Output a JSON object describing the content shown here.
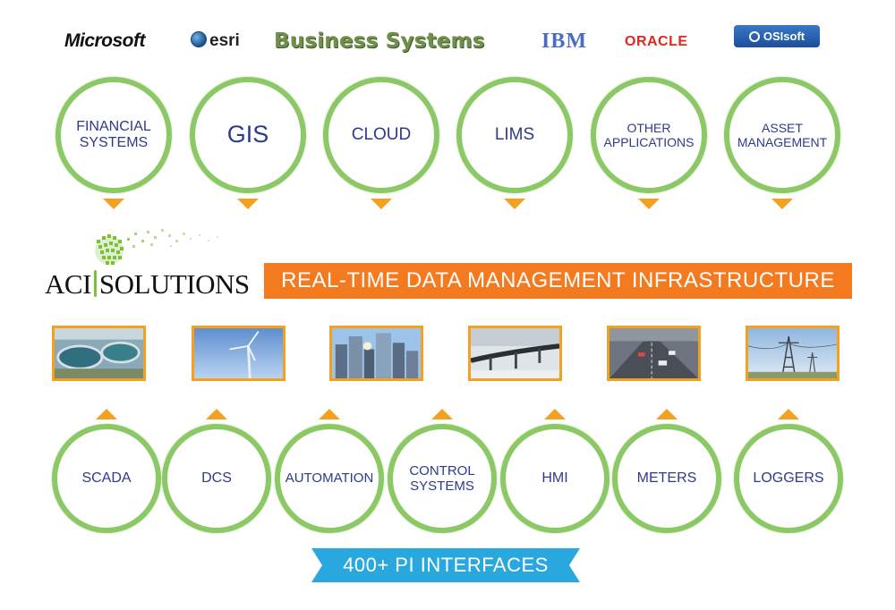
{
  "logos": {
    "microsoft": "Microsoft",
    "esri": "esri",
    "business_systems": "Business Systems",
    "ibm": "IBM",
    "oracle": "ORACLE",
    "osisoft": "OSIsoft"
  },
  "top_systems": [
    {
      "line1": "FINANCIAL",
      "line2": "SYSTEMS"
    },
    {
      "line1": "GIS",
      "line2": ""
    },
    {
      "line1": "CLOUD",
      "line2": ""
    },
    {
      "line1": "LIMS",
      "line2": ""
    },
    {
      "line1": "OTHER",
      "line2": "APPLICATIONS"
    },
    {
      "line1": "ASSET",
      "line2": "MANAGEMENT"
    }
  ],
  "brand": {
    "left": "ACI",
    "right": "SOLUTIONS"
  },
  "banner": "REAL-TIME DATA MANAGEMENT INFRASTRUCTURE",
  "photos": [
    "water-treatment-photo",
    "wind-turbine-photo",
    "city-buildings-photo",
    "pipeline-photo",
    "highway-traffic-photo",
    "power-lines-photo"
  ],
  "bottom_systems": [
    {
      "line1": "SCADA",
      "line2": ""
    },
    {
      "line1": "DCS",
      "line2": ""
    },
    {
      "line1": "AUTOMATION",
      "line2": ""
    },
    {
      "line1": "CONTROL",
      "line2": "SYSTEMS"
    },
    {
      "line1": "HMI",
      "line2": ""
    },
    {
      "line1": "METERS",
      "line2": ""
    },
    {
      "line1": "LOGGERS",
      "line2": ""
    }
  ],
  "ribbon": "400+ PI INTERFACES",
  "colors": {
    "circle_border": "#8cc866",
    "arrow": "#f4a020",
    "banner": "#f47a20",
    "ribbon": "#29a8e0",
    "label_text": "#2e3a8c"
  }
}
